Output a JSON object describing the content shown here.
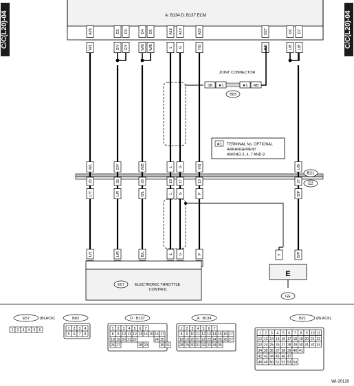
{
  "side_tab": "C/C(L20)-04",
  "ecm": {
    "title": "A: B134   D: B137   ECM"
  },
  "top_pins": [
    "A28",
    "D2",
    "D3",
    "D4",
    "D5",
    "A18",
    "A19",
    "A29",
    "D27",
    "D6",
    "D7"
  ],
  "mid_pins": [
    "20",
    "30",
    "29",
    "18",
    "17",
    "19",
    "27"
  ],
  "mid_colors": [
    "W/L",
    "G/Y",
    "W/B",
    "L",
    "G",
    "Y/G",
    "L/B"
  ],
  "low_colors": [
    "L/Y",
    "L/R",
    "B/L",
    "L",
    "G",
    "P",
    "B/P"
  ],
  "wire_colors_top": [
    "W/L",
    "G/Y",
    "G/Y",
    "W/B",
    "W/B",
    "L",
    "G",
    "Y/G",
    "R/B",
    "L/B",
    "L/B"
  ],
  "b21_label": "B21",
  "e2_label": "E2",
  "joint": {
    "title": "JOINT CONNECTOR",
    "left_color": "SB",
    "left_mark": "★1",
    "right_mark": "★1",
    "right_color": "RB",
    "connector": "B83"
  },
  "note": {
    "mark": "★1",
    "line1": "TERMINAL No. OPTIONAL",
    "line2": "ARRANGEMENT",
    "line3": "AMONG 3, 4, 7 AND 8"
  },
  "etc": {
    "connector": "E57",
    "label": "ELECTRONIC THROTTLE CONTROL",
    "pins": [
      "6",
      "1",
      "2",
      "4",
      "5",
      "3"
    ],
    "colors": [
      "L/Y",
      "L/R",
      "B/L",
      "L",
      "G",
      "P"
    ]
  },
  "ground": {
    "letter": "E",
    "colors": [
      "Y",
      "B/P"
    ],
    "tag": "GE"
  },
  "connectors": {
    "e57": {
      "title": "E57",
      "color": "(BLACK)",
      "rows": [
        [
          "1",
          "2",
          "3",
          "4",
          "5",
          "6"
        ]
      ]
    },
    "b83": {
      "title": "B83",
      "rows": [
        [
          "1",
          "2",
          "3",
          "4"
        ],
        [
          "5",
          "6",
          "7",
          "8"
        ]
      ]
    },
    "b137": {
      "title": "D : B137",
      "rows": [
        [
          "1",
          "2",
          "3",
          "4",
          "5",
          "6",
          "7"
        ],
        [
          "8",
          "9",
          "10",
          "11",
          "12",
          "13",
          "14",
          "15",
          "16",
          "17"
        ],
        [
          "18",
          "19",
          "20",
          "21",
          "22",
          "",
          "",
          "",
          "24",
          "25"
        ],
        [
          "26",
          "27",
          "",
          "",
          "",
          "28",
          "29",
          "",
          "",
          "30",
          "31"
        ]
      ]
    },
    "b134": {
      "title": "A : B134",
      "rows": [
        [
          "1",
          "2",
          "3",
          "4",
          "5",
          "6",
          "7"
        ],
        [
          "8",
          "9",
          "10",
          "11",
          "12",
          "13",
          "14",
          "15",
          "16",
          "17"
        ],
        [
          "18",
          "19",
          "20",
          "21",
          "22",
          "23",
          "24",
          "25",
          "26",
          "27"
        ],
        [
          "28",
          "29",
          "30",
          "31",
          "32",
          "33",
          "34",
          "35"
        ]
      ]
    },
    "b21": {
      "title": "B21",
      "color": "(BLACK)",
      "rows": [
        [
          "1",
          "2",
          "3",
          "4",
          "5",
          "6",
          "7",
          "8",
          "9",
          "10",
          "11"
        ],
        [
          "12",
          "13",
          "14",
          "15",
          "16",
          "17",
          "18",
          "19",
          "20",
          "21",
          "22"
        ],
        [
          "23",
          "24",
          "25",
          "26",
          "27",
          "28",
          "29",
          "30",
          "31",
          "32",
          "33"
        ],
        [
          "34",
          "35",
          "36",
          "37",
          "38",
          "39",
          "40",
          "41"
        ],
        [
          "42",
          "43",
          "44",
          "45",
          "46",
          "47"
        ],
        [
          "48",
          "49",
          "50",
          "51",
          "52",
          "53",
          "54"
        ]
      ]
    }
  },
  "footer_code": "WI-20120"
}
